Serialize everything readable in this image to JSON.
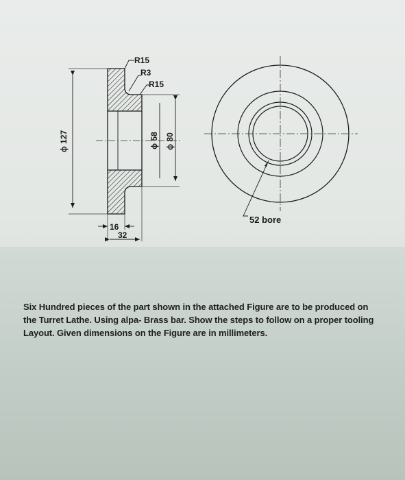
{
  "drawing": {
    "radius_top": "R15",
    "radius_mid": "R3",
    "radius_lower": "R15",
    "dia_outer": "ϕ 127",
    "dia_inner": "ϕ 58",
    "dia_hub": "ϕ 80",
    "width_flange": "16",
    "width_total": "32",
    "bore_label": "52 bore"
  },
  "problem": {
    "text": "Six Hundred pieces of the part shown in the attached Figure are to be produced on the Turret Lathe. Using alpa- Brass bar. Show the steps to follow on a proper tooling Layout. Given dimensions on the Figure are in millimeters."
  }
}
